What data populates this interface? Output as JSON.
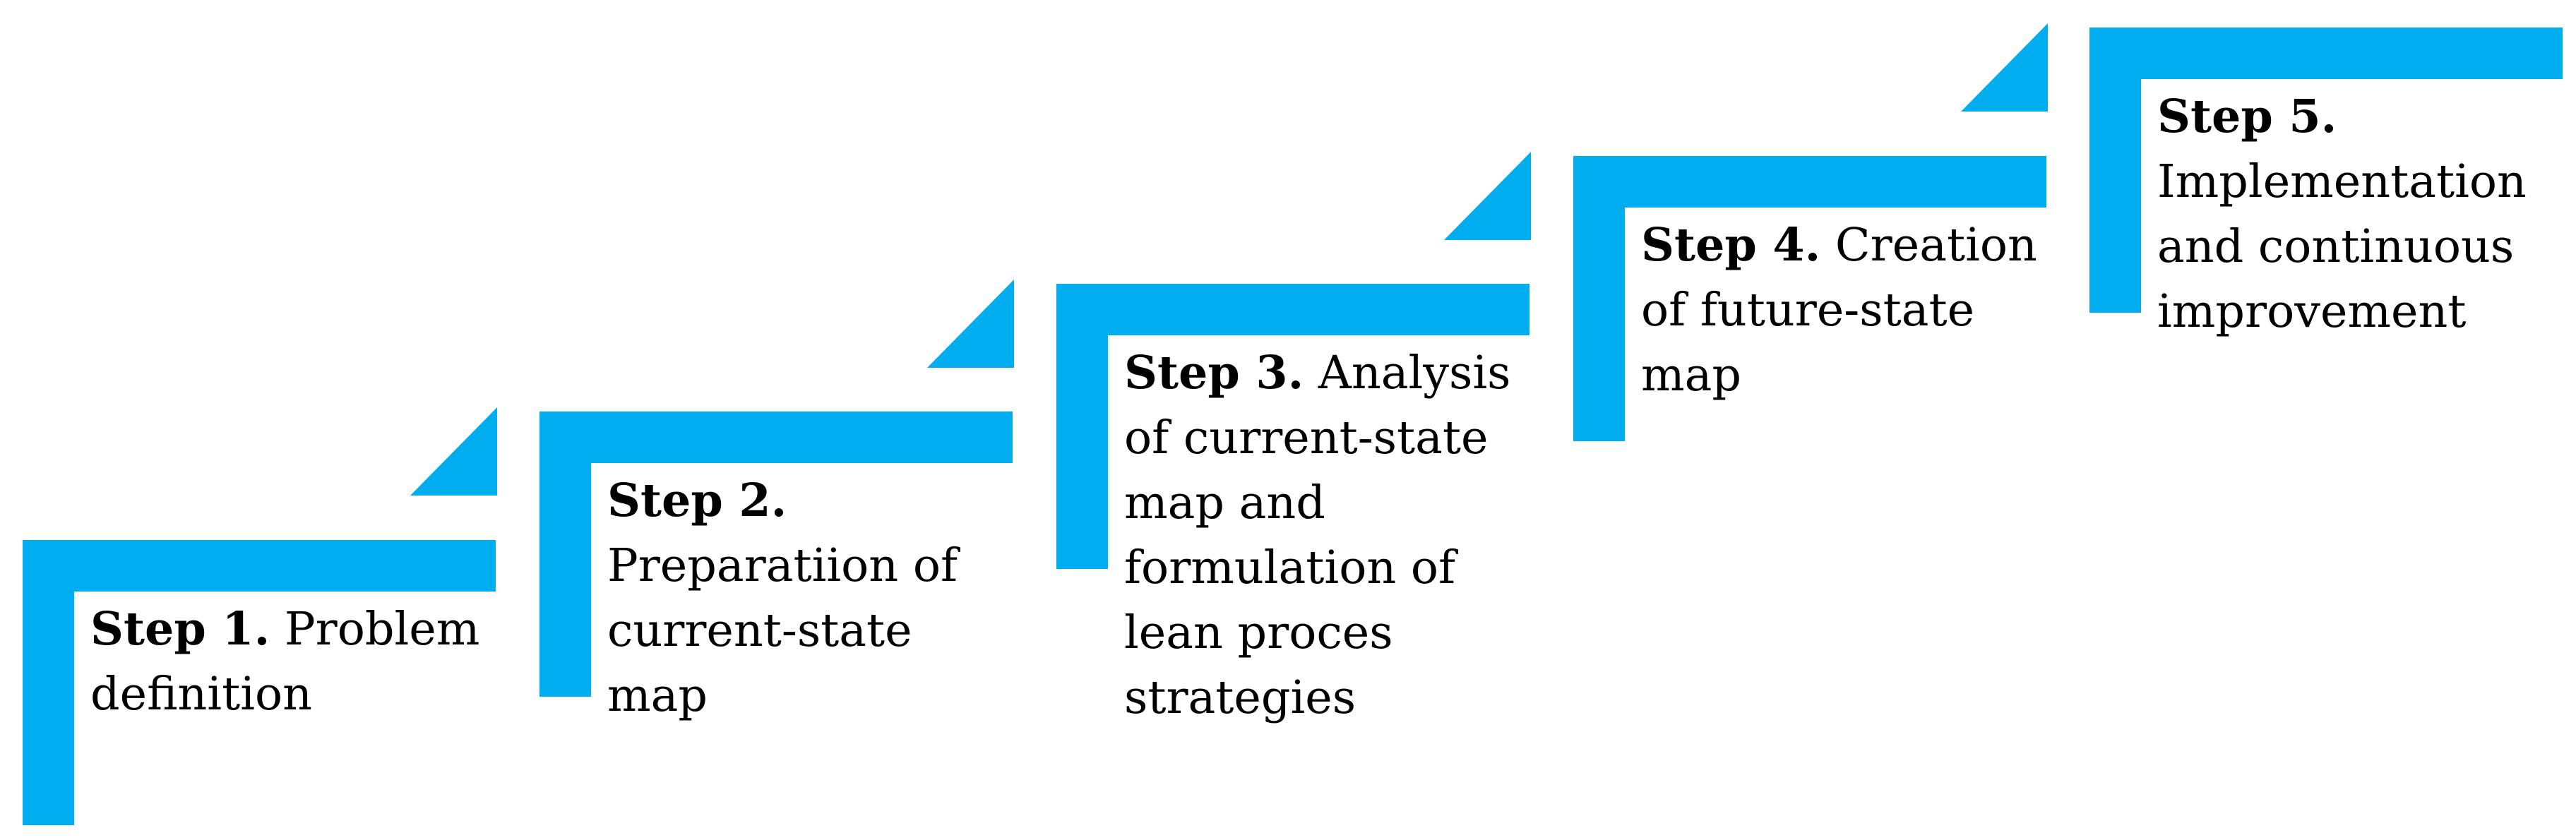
{
  "figure": {
    "type": "staircase-process-diagram",
    "background_color": "#ffffff",
    "accent_color": "#00AEEF",
    "text_color": "#000000"
  },
  "steps": [
    {
      "id": 1,
      "label_bold": "Step 1.",
      "label_rest": " Problem\ndefinition"
    },
    {
      "id": 2,
      "label_bold": "Step 2.",
      "label_rest": "\nPreparatiion of\ncurrent-state\nmap"
    },
    {
      "id": 3,
      "label_bold": "Step 3.",
      "label_rest": " Analysis\nof current-state\nmap and\nformulation of\nlean proces\nstrategies"
    },
    {
      "id": 4,
      "label_bold": "Step 4.",
      "label_rest": " Creation\nof future-state\nmap"
    },
    {
      "id": 5,
      "label_bold": "Step 5.",
      "label_rest": "\nImplementation\nand continuous\nimprovement"
    }
  ]
}
